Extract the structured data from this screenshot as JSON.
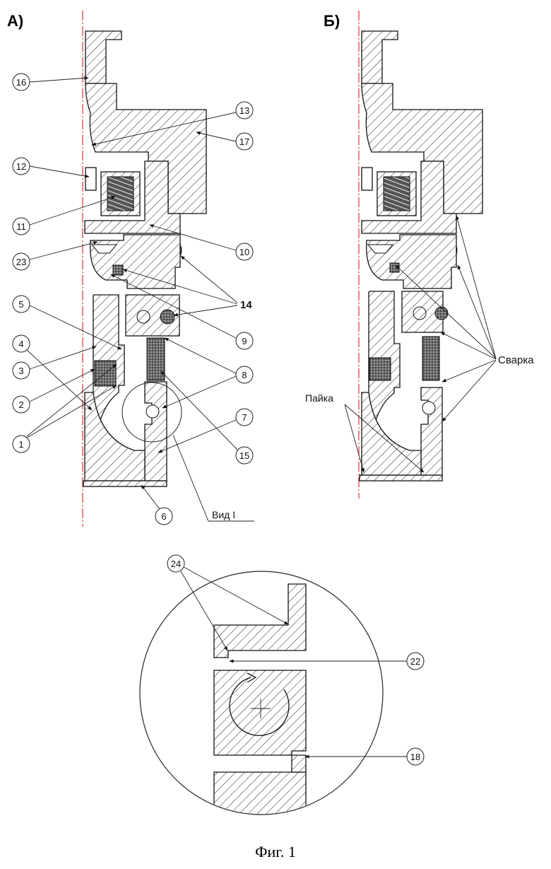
{
  "panels": {
    "a": "А)",
    "b": "Б)"
  },
  "callouts": [
    "16",
    "13",
    "17",
    "12",
    "11",
    "10",
    "23",
    "14",
    "9",
    "5",
    "4",
    "3",
    "8",
    "2",
    "1",
    "7",
    "15",
    "6"
  ],
  "labels": {
    "view": "Вид I",
    "weld": "Сварка",
    "solder": "Пайка"
  },
  "detail_callouts": [
    "24",
    "22",
    "18"
  ],
  "caption": "Фиг. 1",
  "colors": {
    "axis": "#e02020",
    "ink": "#111111"
  }
}
